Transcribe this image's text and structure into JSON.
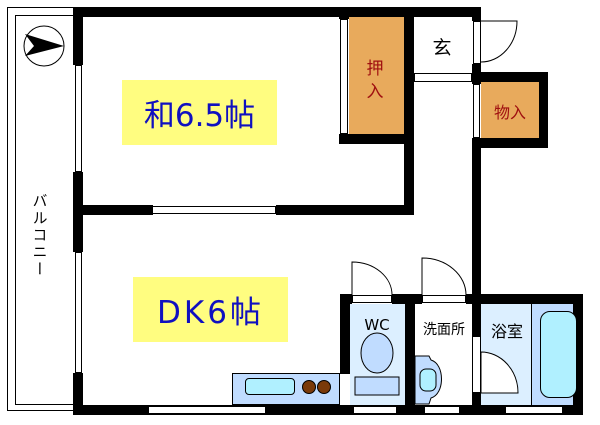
{
  "floor_plan": {
    "rooms": {
      "washitsu": {
        "label": "和6.5帖",
        "type": "japanese-room"
      },
      "dk": {
        "label": "DK6帖",
        "type": "dining-kitchen"
      },
      "oshiire": {
        "label_line1": "押",
        "label_line2": "入",
        "type": "closet"
      },
      "genkan": {
        "label": "玄",
        "type": "entrance"
      },
      "monoire": {
        "label": "物入",
        "type": "storage"
      },
      "wc": {
        "label": "WC",
        "type": "toilet"
      },
      "senmenjo": {
        "label": "洗面所",
        "type": "washroom"
      },
      "yokushitsu": {
        "label": "浴室",
        "type": "bathroom"
      },
      "balcony": {
        "label": "バルコニー",
        "type": "balcony"
      }
    },
    "colors": {
      "room_label_bg": "#fffd80",
      "room_label_text": "#1010c0",
      "storage_fill": "#e8aa5c",
      "storage_text": "#a01010",
      "wet_area_fill": "#dcefff",
      "fixture_fill": "#c0dcff",
      "water_fill": "#b0f0ff",
      "burner_fill": "#7a3a0a",
      "wall": "#000000"
    },
    "compass": {
      "direction": "east",
      "icon": "north-arrow-icon"
    }
  }
}
